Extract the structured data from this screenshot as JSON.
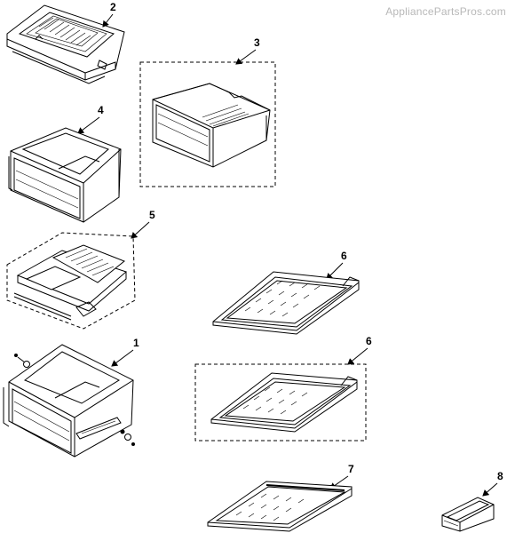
{
  "watermark": "AppliancePartsPros.com",
  "callouts": {
    "c1": "1",
    "c2": "2",
    "c3": "3",
    "c4": "4",
    "c5": "5",
    "c6a": "6",
    "c6b": "6",
    "c7": "7",
    "c8": "8"
  }
}
